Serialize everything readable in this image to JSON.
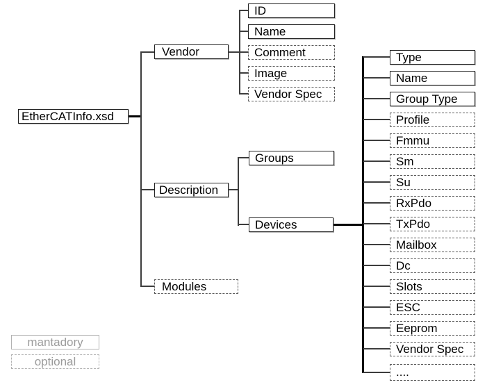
{
  "colors": {
    "background": "#ffffff",
    "line": "#3d3d3d",
    "thick_line": "#000000",
    "solid_border": "#222222",
    "dashed_border": "#5c5c5c",
    "text": "#000000",
    "legend_border": "#b2b2b2",
    "legend_text": "#9b9b9b"
  },
  "tree": {
    "root": {
      "label": "EtherCATInfo.xsd",
      "kind": "mandatory"
    },
    "level1": [
      {
        "label": "Vendor",
        "kind": "mandatory"
      },
      {
        "label": "Description",
        "kind": "mandatory"
      },
      {
        "label": "Modules",
        "kind": "optional"
      }
    ],
    "vendor_children": [
      {
        "label": "ID",
        "kind": "mandatory"
      },
      {
        "label": "Name",
        "kind": "mandatory"
      },
      {
        "label": "Comment",
        "kind": "optional"
      },
      {
        "label": "Image",
        "kind": "optional"
      },
      {
        "label": "Vendor Spec",
        "kind": "optional"
      }
    ],
    "description_children": [
      {
        "label": "Groups",
        "kind": "mandatory"
      },
      {
        "label": "Devices",
        "kind": "mandatory"
      }
    ],
    "devices_children": [
      {
        "label": "Type",
        "kind": "mandatory"
      },
      {
        "label": "Name",
        "kind": "mandatory"
      },
      {
        "label": "Group Type",
        "kind": "mandatory"
      },
      {
        "label": "Profile",
        "kind": "optional"
      },
      {
        "label": "Fmmu",
        "kind": "optional"
      },
      {
        "label": "Sm",
        "kind": "optional"
      },
      {
        "label": "Su",
        "kind": "optional"
      },
      {
        "label": "RxPdo",
        "kind": "optional"
      },
      {
        "label": "TxPdo",
        "kind": "optional"
      },
      {
        "label": "Mailbox",
        "kind": "optional"
      },
      {
        "label": "Dc",
        "kind": "optional"
      },
      {
        "label": "Slots",
        "kind": "optional"
      },
      {
        "label": "ESC",
        "kind": "optional"
      },
      {
        "label": "Eeprom",
        "kind": "optional"
      },
      {
        "label": "Vendor Spec",
        "kind": "optional"
      },
      {
        "label": "....",
        "kind": "optional"
      }
    ]
  },
  "legend": {
    "mandatory": "mantadory",
    "optional": "optional"
  }
}
